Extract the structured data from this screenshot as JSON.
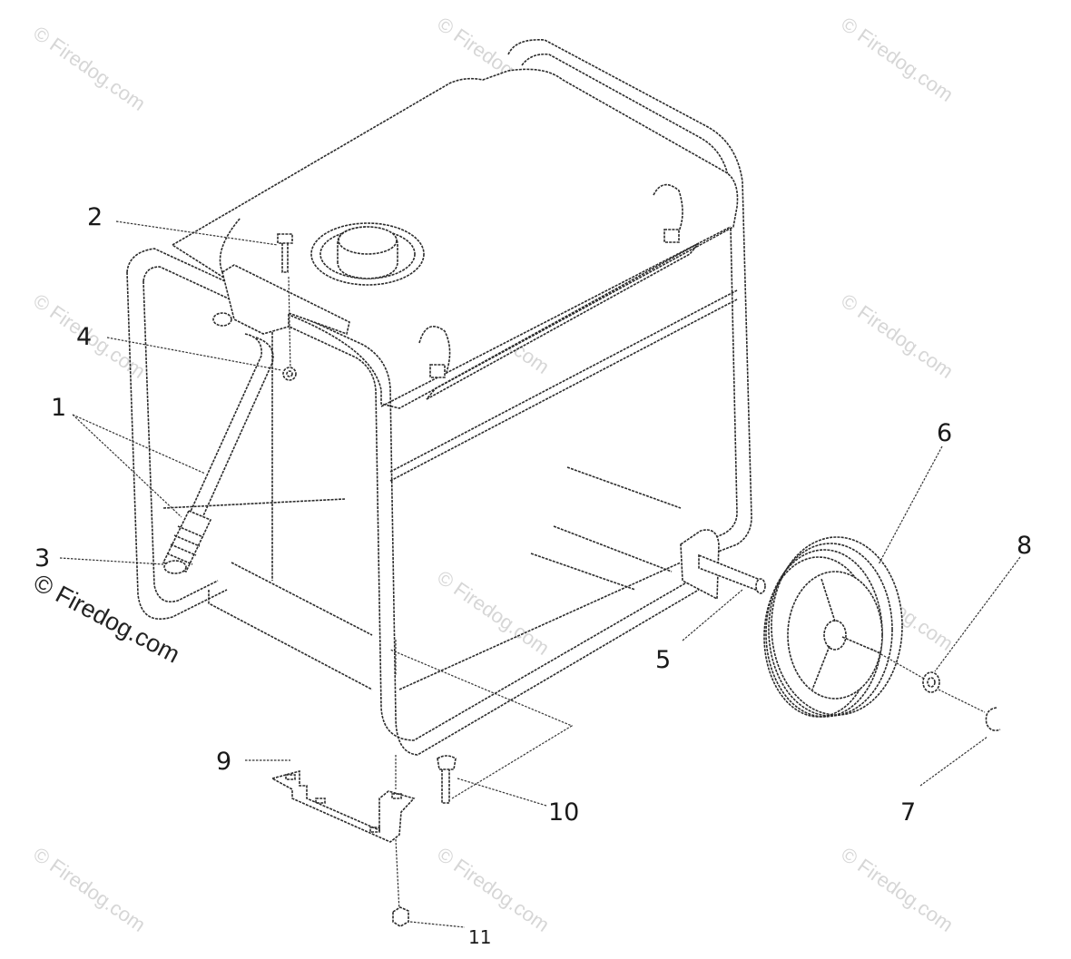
{
  "colors": {
    "line": "#2b2b2b",
    "watermark": "#d6d6d6",
    "text": "#1a1a1a"
  },
  "watermark": {
    "text": "© Firedog.com"
  },
  "callouts": [
    {
      "label": "1"
    },
    {
      "label": "2"
    },
    {
      "label": "3"
    },
    {
      "label": "4"
    },
    {
      "label": "5"
    },
    {
      "label": "6"
    },
    {
      "label": "7"
    },
    {
      "label": "8"
    },
    {
      "label": "9"
    },
    {
      "label": "10"
    },
    {
      "label": "11"
    }
  ]
}
